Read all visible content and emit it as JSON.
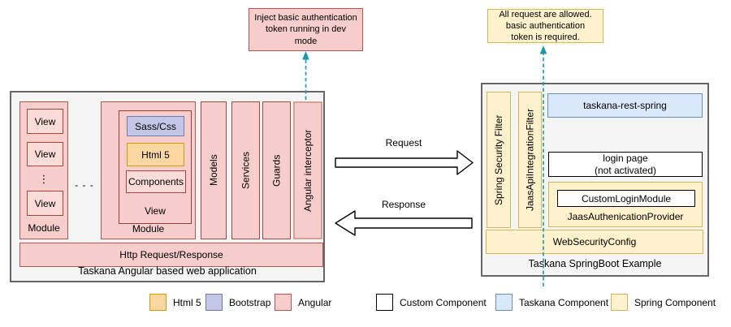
{
  "colors": {
    "angular_fill": "#f8cecc",
    "angular_border": "#b85450",
    "spring_fill": "#fff2cc",
    "spring_border": "#d6b656",
    "taskana_fill": "#dae8fc",
    "taskana_border": "#6c8ebf",
    "html5_fill": "#fbd7a1",
    "html5_border": "#d79b00",
    "bootstrap_fill": "#c3c7e6",
    "bootstrap_border": "#6f7bb5",
    "custom_fill": "#ffffff",
    "custom_border": "#000000",
    "panel_fill": "#f5f5f5",
    "panel_border": "#666666",
    "connector_teal": "#1f97a8"
  },
  "notes": {
    "left": "Inject basic authentication\ntoken running in dev\nmode",
    "right": "All request are allowed.\nbasic authentication\ntoken is required."
  },
  "left_app": {
    "title": "Taskana Angular based web application",
    "http_bar": "Http Request/Response",
    "module1": {
      "label": "Module",
      "views": [
        "View",
        "View",
        "View"
      ],
      "ellipsis": "⋮"
    },
    "separator_dots": "- - -",
    "module2": {
      "label": "Module",
      "view": {
        "label": "View",
        "children": [
          "Sass/Css",
          "Html 5",
          "Components"
        ]
      }
    },
    "pillars": [
      "Models",
      "Services",
      "Guards",
      "Angular interceptor"
    ]
  },
  "flows": {
    "request": "Request",
    "response": "Response"
  },
  "right_app": {
    "title": "Taskana SpringBoot Example",
    "filters": [
      "Spring Security Filter",
      "JaasApiIntegrationFilter"
    ],
    "taskana_rest": "taskana-rest-spring",
    "login_page": "login page\n(not activated)",
    "jaas_provider": "JaasAuthenicationProvider",
    "custom_login_module": "CustomLoginModule",
    "web_security_config": "WebSecurityConfig"
  },
  "legend": [
    {
      "label": "Html 5",
      "color": "#fbd7a1",
      "border": "#d79b00"
    },
    {
      "label": "Bootstrap",
      "color": "#c3c7e6",
      "border": "#6f7bb5"
    },
    {
      "label": "Angular",
      "color": "#f8cecc",
      "border": "#b85450"
    },
    {
      "label": "Custom Component",
      "color": "#ffffff",
      "border": "#000000"
    },
    {
      "label": "Taskana Component",
      "color": "#dae8fc",
      "border": "#6c8ebf"
    },
    {
      "label": "Spring Component",
      "color": "#fff2cc",
      "border": "#d6b656"
    }
  ]
}
